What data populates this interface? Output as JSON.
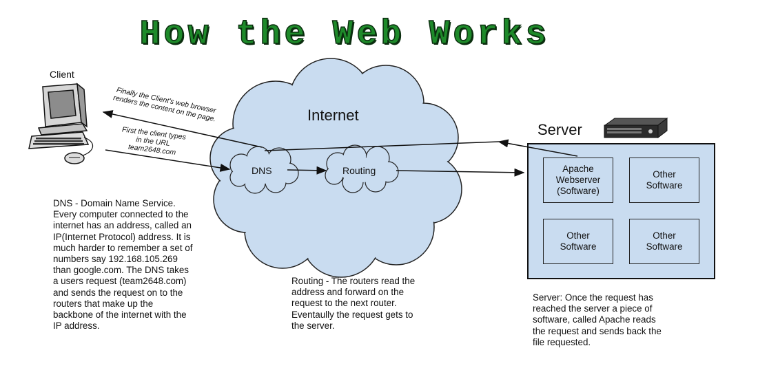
{
  "title": "How the Web Works",
  "client": {
    "label": "Client"
  },
  "arrows": {
    "response_note": "Finally the Client's  web browser\nrenders the content on the page.",
    "request_note": "First the client types\nin the URL\nteam2648.com"
  },
  "internet": {
    "label": "Internet",
    "dns_label": "DNS",
    "routing_label": "Routing"
  },
  "server": {
    "label": "Server",
    "boxes": [
      "Apache\nWebserver\n(Software)",
      "Other\nSoftware",
      "Other\nSoftware",
      "Other\nSoftware"
    ]
  },
  "descriptions": {
    "dns": "DNS - Domain Name Service.\nEvery computer connected to the\ninternet has an address, called an\nIP(Internet Protocol) address.  It is\nmuch harder to remember a set of\nnumbers say 192.168.105.269\nthan google.com. The DNS takes\na users request (team2648.com)\nand sends the request on to the\nrouters that make up the\nbackbone of the internet with the\nIP address.",
    "routing": "Routing - The routers read the\naddress and forward on the\nrequest to the next router.\nEventaully the request gets to\nthe server.",
    "server": "Server: Once the request has\nreached the server a piece of\nsoftware, called Apache reads\nthe request and sends back the\nfile requested."
  },
  "colors": {
    "title_green": "#1e8a2a",
    "cloud_fill": "#c9dcf0",
    "box_fill": "#c9dcf0"
  }
}
